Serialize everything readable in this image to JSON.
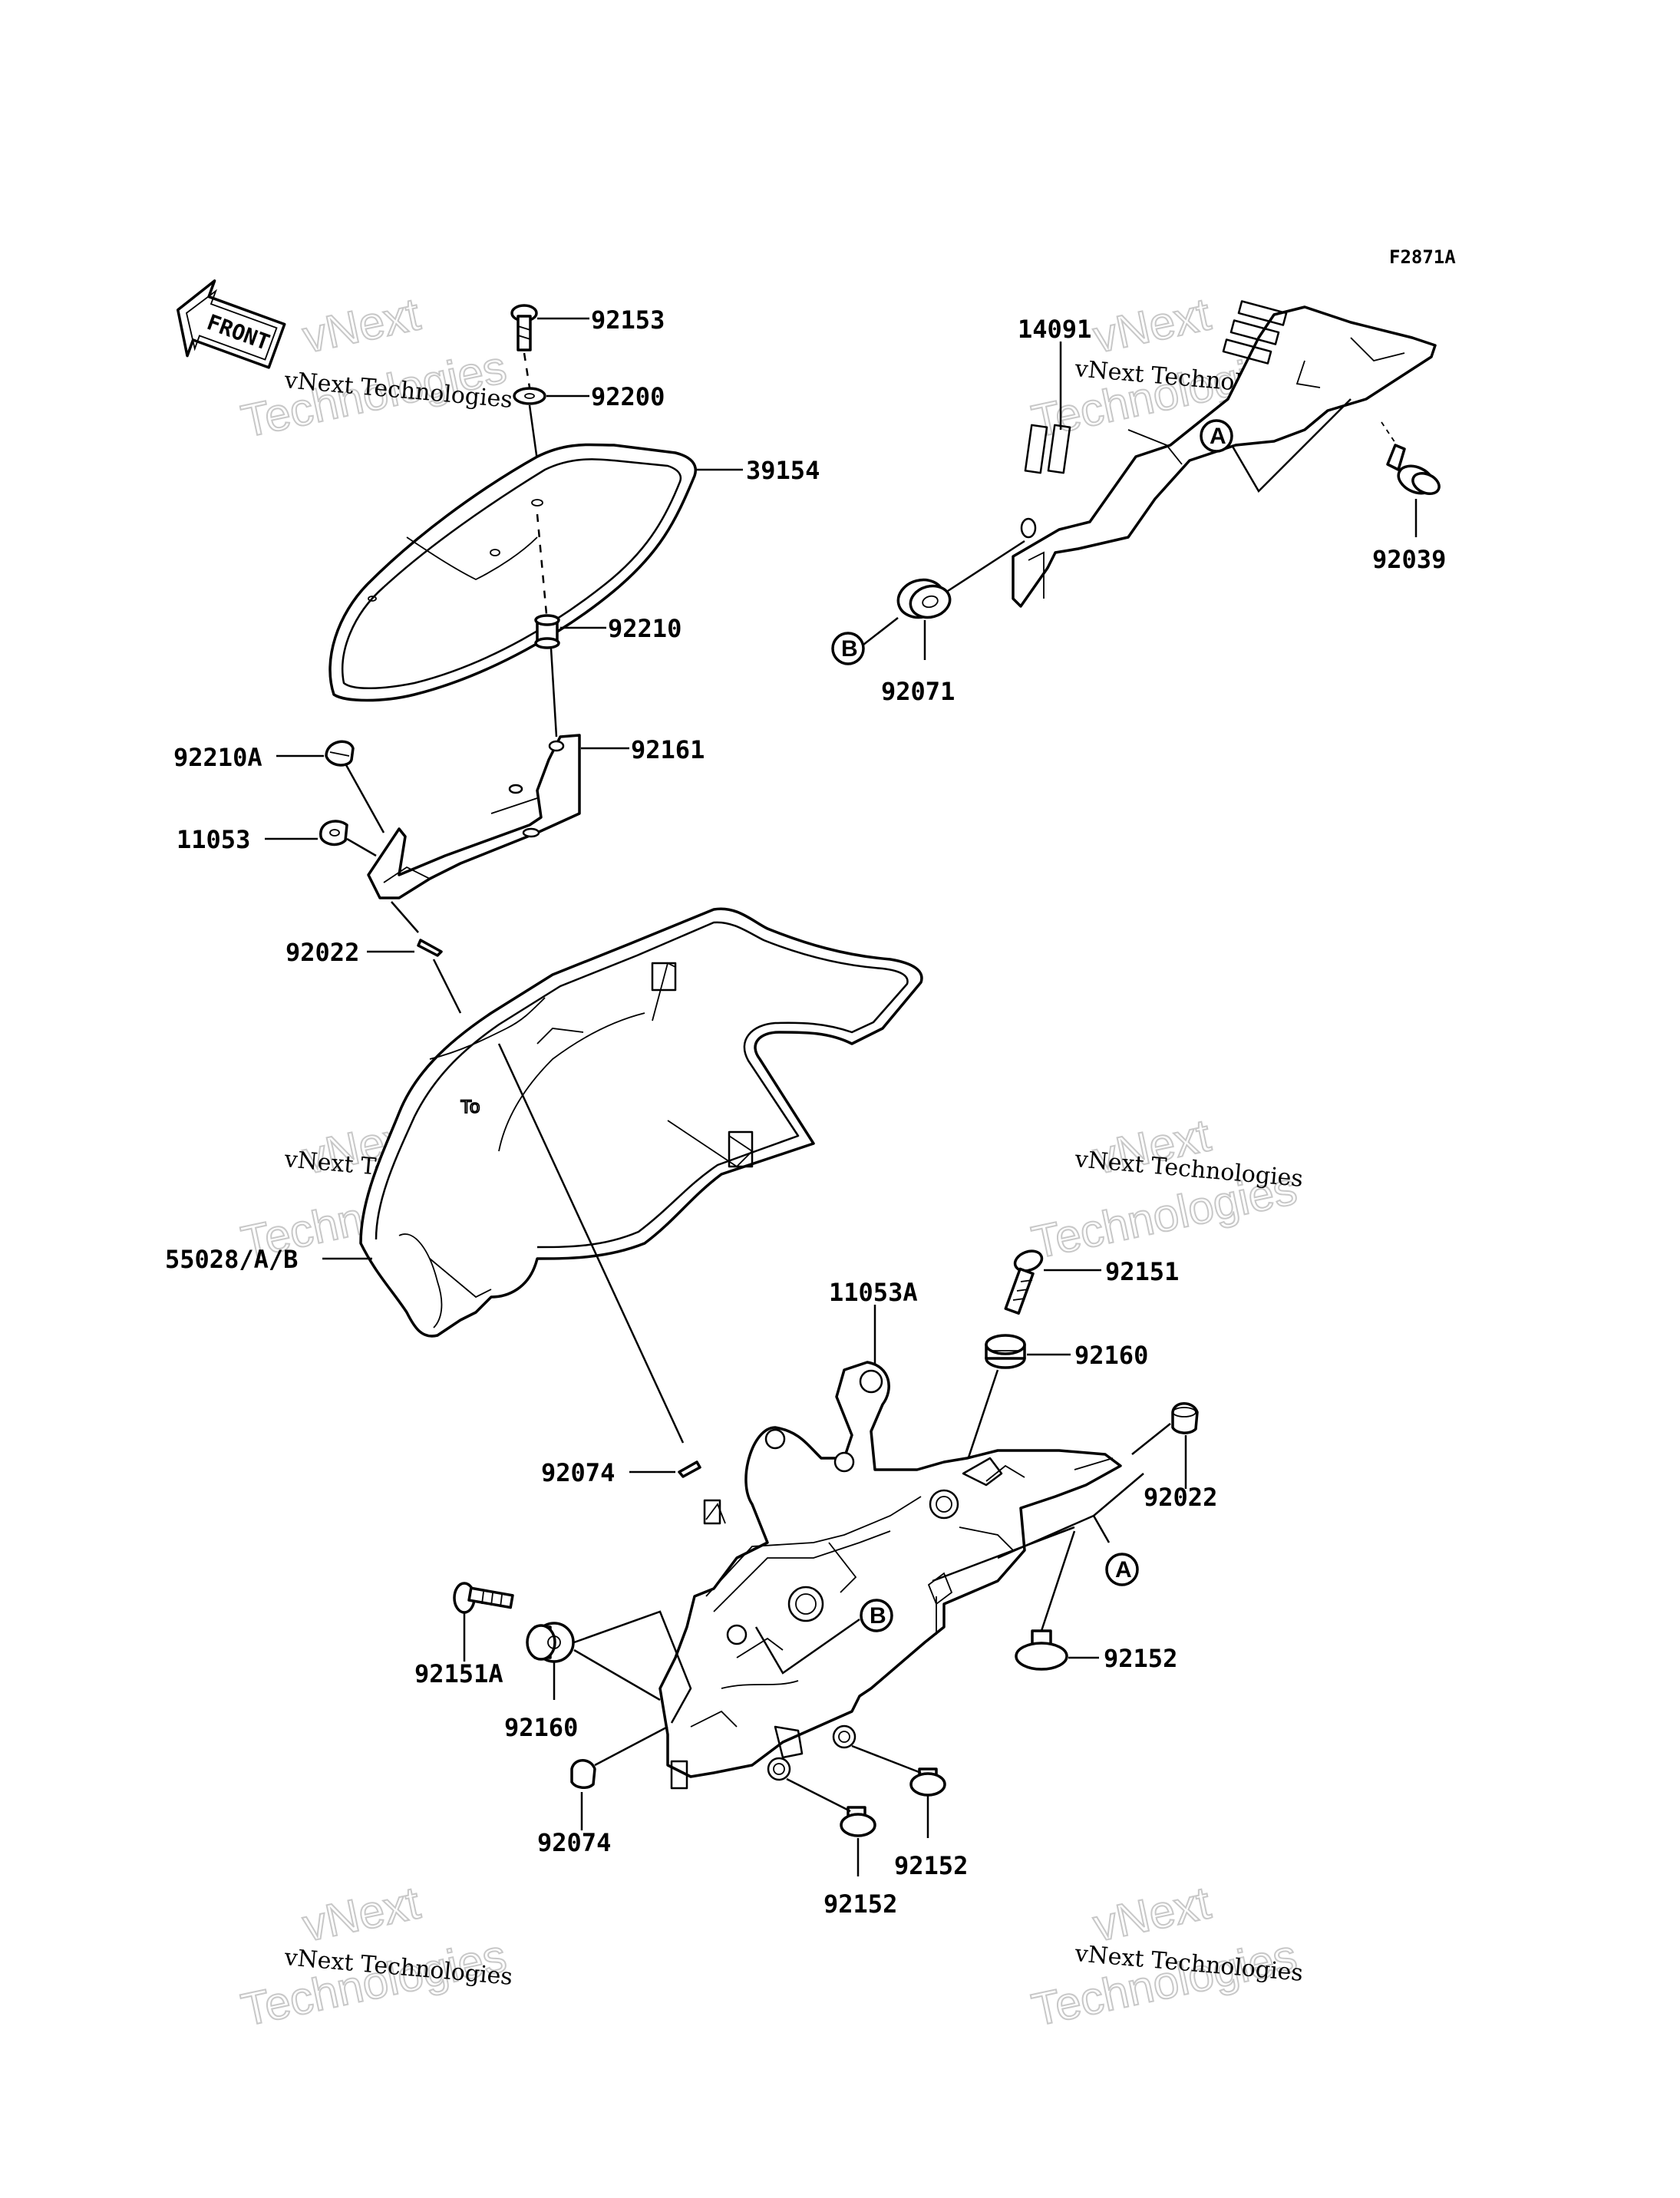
{
  "diagram": {
    "code": "F2871A",
    "front_label": "FRONT",
    "watermark": {
      "line1": "vNext Technologies",
      "big_word_top": "vNext",
      "big_word_bottom": "Technologies"
    },
    "parts": [
      "92153",
      "92200",
      "39154",
      "92210",
      "92210A",
      "11053",
      "92161",
      "92022",
      "55028/A/B",
      "14091",
      "92039",
      "92071",
      "11053A",
      "92151",
      "92160",
      "92074",
      "92022",
      "92151A",
      "92160",
      "92152",
      "92074",
      "92152",
      "92152"
    ],
    "references": [
      "A",
      "B",
      "A",
      "B"
    ]
  }
}
